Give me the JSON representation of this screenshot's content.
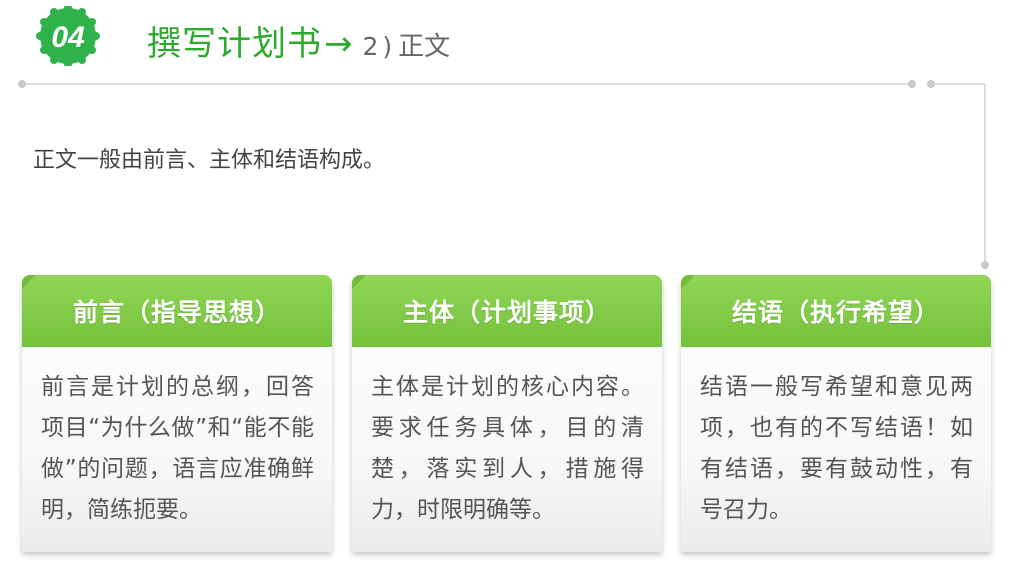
{
  "header": {
    "badge_number": "04",
    "title": "撰写计划书",
    "arrow": "→",
    "step_number": "2",
    "step_paren": ")",
    "subtitle": "正文"
  },
  "intro": "正文一般由前言、主体和结语构成。",
  "cards": [
    {
      "heading": "前言（指导思想）",
      "body": "前言是计划的总纲，回答项目“为什么做”和“能不能做”的问题，语言应准确鲜明，简练扼要。"
    },
    {
      "heading": "主体（计划事项）",
      "body": "主体是计划的核心内容。要求任务具体，目的清楚，落实到人，措施得力，时限明确等。"
    },
    {
      "heading": "结语（执行希望）",
      "body": "结语一般写希望和意见两项，也有的不写结语！如有结语，要有鼓动性，有号召力。"
    }
  ],
  "colors": {
    "accent_green": "#2daa2d",
    "card_header_green": "#7cc743",
    "text_gray": "#555555"
  },
  "icons": [
    "number-badge-icon",
    "arrow-right-icon"
  ]
}
